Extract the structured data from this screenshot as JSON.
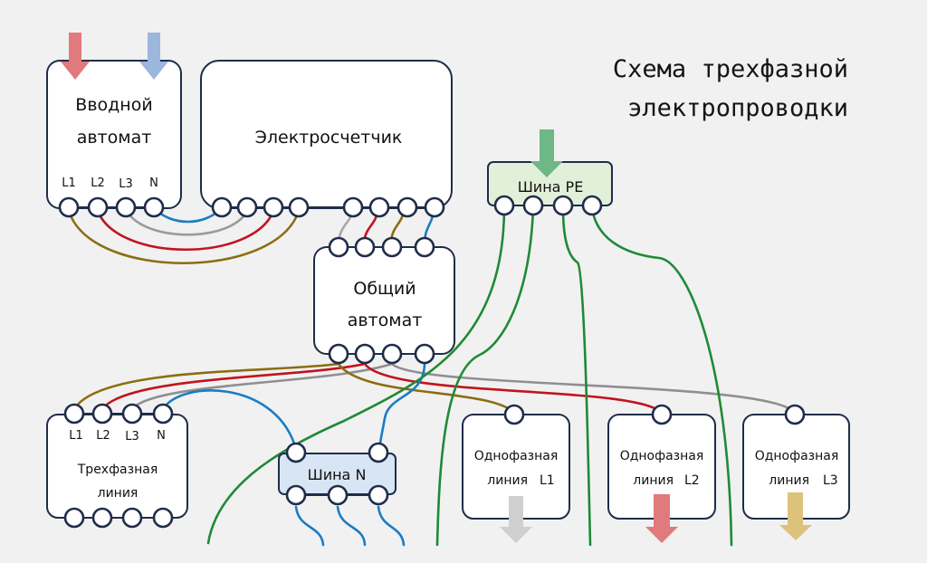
{
  "title": {
    "line1": "Схема трехфазной",
    "line2": "электропроводки"
  },
  "colors": {
    "background": "#f1f1f1",
    "outline": "#1f2d4a",
    "wire_l1": "#8c6d12",
    "wire_l2": "#c0141e",
    "wire_l3": "#8f8f8f",
    "wire_n": "#1a7cc4",
    "wire_pe": "#1f8a36",
    "arrow_red": "#e07a7c",
    "arrow_blue": "#9db6de",
    "arrow_green": "#6db884",
    "arrow_gray": "#cfcfcf",
    "arrow_yellow": "#dcc27a",
    "bus_pe_fill": "#e3f0d9",
    "bus_n_fill": "#d8e5f4"
  },
  "blocks": {
    "main_breaker": {
      "line1": "Вводной",
      "line2": "автомат",
      "terminals": [
        "L1",
        "L2",
        "L3",
        "N"
      ]
    },
    "meter": {
      "label": "Электросчетчик"
    },
    "common_breaker": {
      "line1": "Общий",
      "line2": "автомат"
    },
    "bus_pe": {
      "label": "Шина PE"
    },
    "bus_n": {
      "label": "Шина N"
    },
    "three_phase_line": {
      "line1": "Трехфазная",
      "line2": "линия",
      "terminals": [
        "L1",
        "L2",
        "L3",
        "N"
      ]
    },
    "single_phase_lines": [
      {
        "line1": "Однофазная",
        "line2": "линия",
        "phase": "L1"
      },
      {
        "line1": "Однофазная",
        "line2": "линия",
        "phase": "L2"
      },
      {
        "line1": "Однофазная",
        "line2": "линия",
        "phase": "L3"
      }
    ]
  }
}
